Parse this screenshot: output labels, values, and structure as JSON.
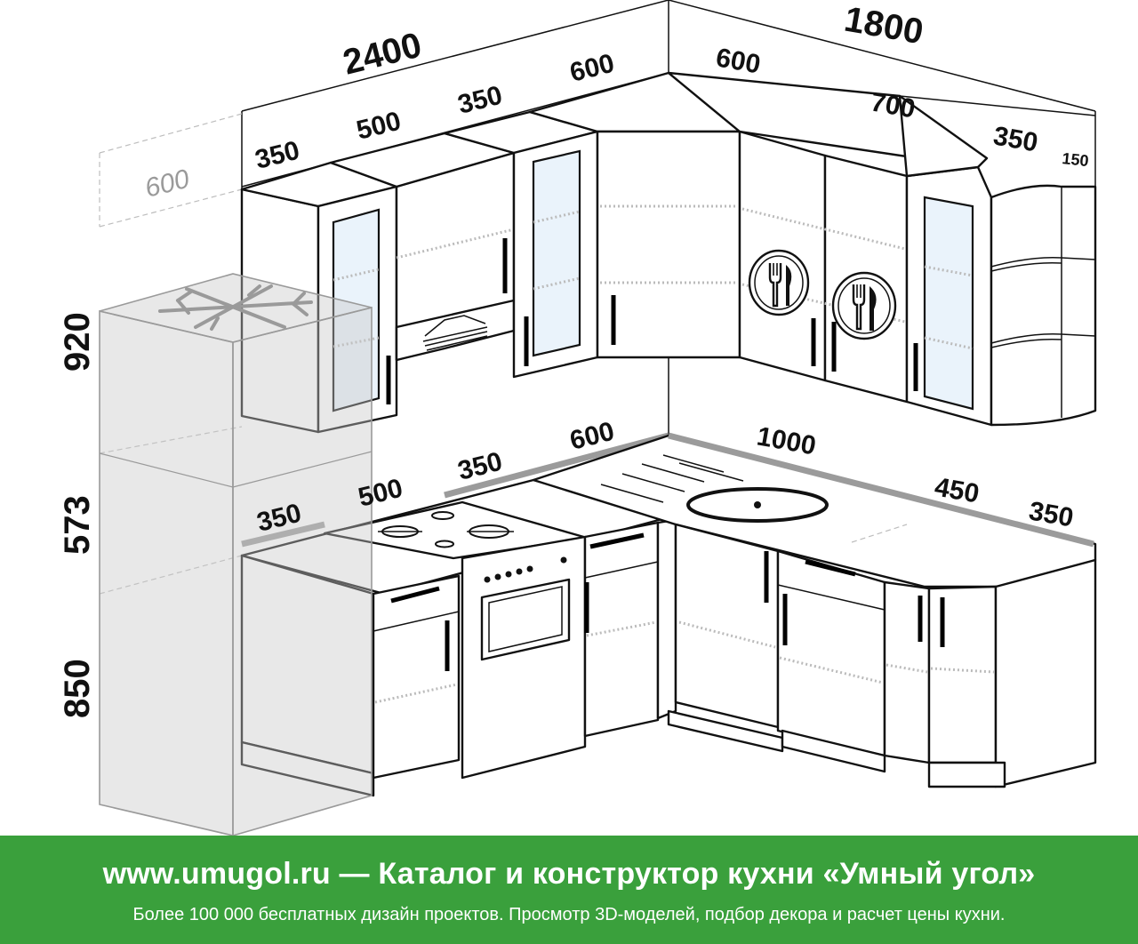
{
  "dimensions": {
    "total_left_width": "2400",
    "total_right_width": "1800",
    "upper_left": [
      "350",
      "500",
      "350",
      "600"
    ],
    "upper_right": [
      "600",
      "700",
      "350",
      "150"
    ],
    "lower_left": [
      "350",
      "500",
      "350",
      "600"
    ],
    "lower_right": [
      "1000",
      "450",
      "350"
    ],
    "fridge_depth": "600",
    "height_upper": "920",
    "height_middle": "573",
    "height_lower": "850"
  },
  "footer": {
    "title": "www.umugol.ru — Каталог и конструктор кухни «Умный угол»",
    "subtitle": "Более 100 000 бесплатных дизайн проектов. Просмотр 3D-моделей, подбор декора и расчет цены кухни."
  },
  "colors": {
    "footer_bg": "#3aa03c",
    "worktop_edge": "#9b9b9b",
    "glass": "#eaf3fb"
  },
  "icons": [
    "snowflake-icon",
    "fork-knife-icon",
    "burner-icon"
  ]
}
